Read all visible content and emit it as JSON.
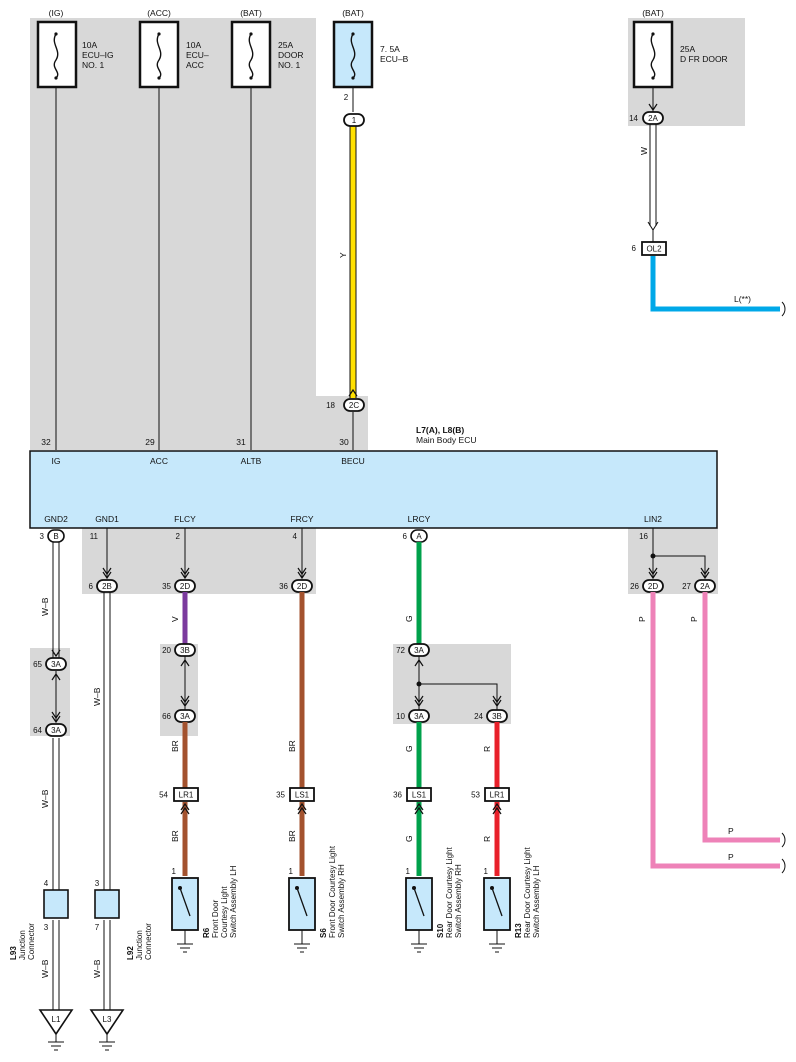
{
  "fuses": [
    {
      "src": "(IG)",
      "amp": "10A",
      "line1": "ECU–IG",
      "line2": "NO. 1"
    },
    {
      "src": "(ACC)",
      "amp": "10A",
      "line1": "ECU–",
      "line2": "ACC"
    },
    {
      "src": "(BAT)",
      "amp": "25A",
      "line1": "DOOR",
      "line2": "NO. 1"
    },
    {
      "src": "(BAT)",
      "amp": "7. 5A",
      "line1": "ECU–B",
      "line2": ""
    },
    {
      "src": "(BAT)",
      "amp": "25A",
      "line1": "D FR DOOR",
      "line2": ""
    }
  ],
  "ecu": {
    "ref": "L7(A), L8(B)",
    "name": "Main Body ECU",
    "top_pins": [
      {
        "num": "32",
        "label": "IG"
      },
      {
        "num": "29",
        "label": "ACC"
      },
      {
        "num": "31",
        "label": "ALTB"
      },
      {
        "num": "30",
        "label": "BECU"
      }
    ],
    "bottom_labels": [
      "GND2",
      "GND1",
      "FLCY",
      "FRCY",
      "LRCY",
      "LIN2"
    ]
  },
  "pins": {
    "p2": "2",
    "p1": "1",
    "p18": "18",
    "p14": "14",
    "p6": "6",
    "p3": "3",
    "p11": "11",
    "p2b": "2",
    "p4": "4",
    "p6b": "6",
    "p16": "16",
    "p6c": "6",
    "p35": "35",
    "p36": "36",
    "p26": "26",
    "p27": "27",
    "p65": "65",
    "p64": "64",
    "p20": "20",
    "p66": "66",
    "p72": "72",
    "p10": "10",
    "p24": "24",
    "p54": "54",
    "p35b": "35",
    "p36b": "36",
    "p53": "53",
    "p4b": "4",
    "p3b": "3",
    "p3c": "3",
    "p7": "7",
    "p1a": "1",
    "p1b": "1",
    "p1c": "1",
    "p1d": "1"
  },
  "connectors": {
    "c1": "1",
    "c2C": "2C",
    "c2A": "2A",
    "OL2": "OL2",
    "cB": "B",
    "c2B": "2B",
    "c2D": "2D",
    "c2D2": "2D",
    "cA": "A",
    "c2D3": "2D",
    "c2A2": "2A",
    "c3A": "3A",
    "c3A2": "3A",
    "c3B": "3B",
    "c3A3": "3A",
    "c3A4": "3A",
    "c3A5": "3A",
    "c3B2": "3B",
    "LR1": "LR1",
    "LS1": "LS1",
    "LS1b": "LS1",
    "LR1b": "LR1"
  },
  "wire_colors": {
    "W": "W",
    "Y": "Y",
    "L": "L(**)",
    "WB1": "W–B",
    "WB2": "W–B",
    "WB3": "W–B",
    "WB4": "W–B",
    "WB5": "W–B",
    "V": "V",
    "BR1": "BR",
    "BR2": "BR",
    "BR3": "BR",
    "BR4": "BR",
    "G1": "G",
    "G2": "G",
    "G3": "G",
    "R1": "R",
    "R2": "R",
    "P1": "P",
    "P2": "P",
    "P3": "P",
    "P4": "P"
  },
  "components": {
    "L93": {
      "code": "L93",
      "line1": "Junction",
      "line2": "Connector"
    },
    "L92": {
      "code": "L92",
      "line1": "Junction",
      "line2": "Connector"
    },
    "R6": {
      "code": "R6",
      "line1": "Front Door",
      "line2": "Courtesy Light",
      "line3": "Switch Assembly LH"
    },
    "S6": {
      "code": "S6",
      "line1": "Front Door Courtesy Light",
      "line2": "Switch Assembly RH"
    },
    "S10": {
      "code": "S10",
      "line1": "Rear Door Courtesy Light",
      "line2": "Switch Assembly RH"
    },
    "R13": {
      "code": "R13",
      "line1": "Rear Door Courtesy Light",
      "line2": "Switch Assembly LH"
    }
  },
  "grounds": {
    "L1": "L1",
    "L3": "L3"
  },
  "colors": {
    "shade": "#d8d8d8",
    "ecu": "#c6e8fb",
    "yellow": "#ffe000",
    "blue": "#00a8e8",
    "violet": "#7b3a9e",
    "brown": "#a3522e",
    "green": "#00a14b",
    "red": "#e8202a",
    "pink": "#ee82b8"
  }
}
